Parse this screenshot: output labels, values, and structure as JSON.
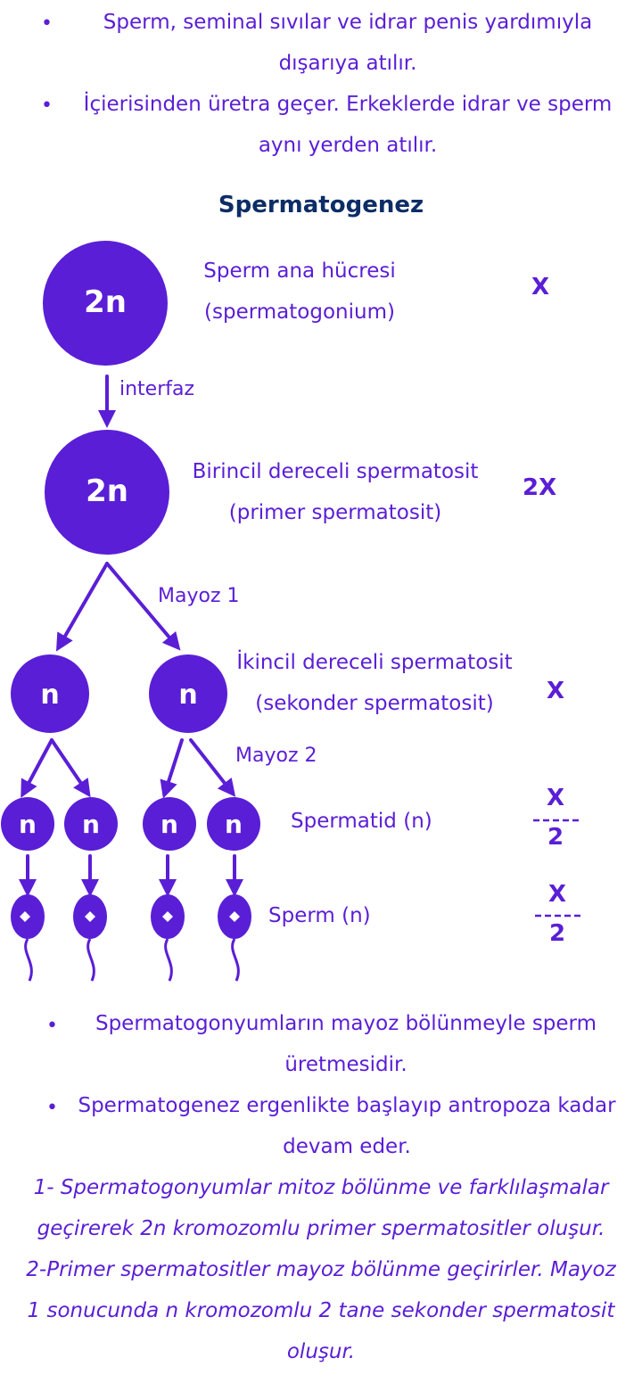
{
  "top_bullets": [
    {
      "line1": "Sperm, seminal sıvılar ve idrar penis yardımıyla",
      "line2": "dışarıya atılır."
    },
    {
      "line1": "İçierisinden üretra geçer. Erkeklerde idrar ve sperm",
      "line2": "aynı yerden atılır."
    }
  ],
  "bullet_char": "•",
  "title": "Spermatogenez",
  "cells": {
    "spermatogonium": "2n",
    "primary": "2n",
    "secondary": "n",
    "spermatid": "n"
  },
  "stages": {
    "spermatogonium": {
      "line1": "Sperm ana hücresi",
      "line2": "(spermatogonium)",
      "dna": "X"
    },
    "primary": {
      "line1": "Birincil dereceli spermatosit",
      "line2": "(primer spermatosit)",
      "dna": "2X"
    },
    "secondary": {
      "line1": "İkincil dereceli spermatosit",
      "line2": "(sekonder spermatosit)",
      "dna": "X"
    },
    "spermatid": {
      "label": "Spermatid (n)",
      "dna_num": "X",
      "dna_den": "2"
    },
    "sperm": {
      "label": "Sperm (n)",
      "dna_num": "X",
      "dna_den": "2"
    }
  },
  "arrows": {
    "interphase": "interfaz",
    "meiosis1": "Mayoz 1",
    "meiosis2": "Mayoz 2"
  },
  "bottom_bullets": [
    {
      "line1": "Spermatogonyumların mayoz bölünmeyle sperm",
      "line2": "üretmesidir."
    },
    {
      "line1": "Spermatogenez ergenlikte başlayıp antropoza kadar",
      "line2": "devam eder."
    }
  ],
  "notes": [
    "1- Spermatogonyumlar mitoz bölünme ve farklılaşmalar",
    "geçirerek 2n kromozomlu primer spermatositler oluşur.",
    "2-Primer spermatositler mayoz bölünme geçirirler. Mayoz",
    "1 sonucunda n kromozomlu 2 tane sekonder spermatosit",
    "oluşur."
  ],
  "colors": {
    "purple": "#5a1ed6",
    "title_navy": "#0c2d66",
    "background": "#ffffff"
  }
}
